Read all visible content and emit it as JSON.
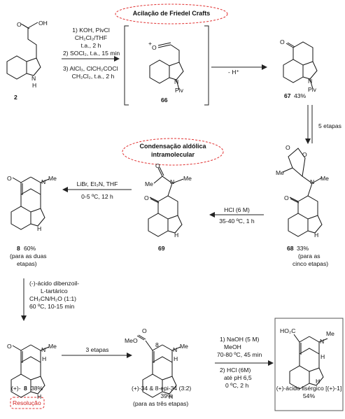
{
  "banners": {
    "friedel": "Acilação de Friedel Crafts",
    "aldol_line1": "Condensação aldólica",
    "aldol_line2": "intramolecular",
    "resolution": "Resolução"
  },
  "step1": {
    "c1": "1) KOH, PivCl",
    "c2": "CH₂Cl₂/THF",
    "c3": "t.a., 2 h",
    "c4": "2) SOCl₂, t.a., 15 min",
    "c5": "3) AlCl₃, ClCH₂COCl",
    "c6": "CH₂Cl₂, t.a., 2 h"
  },
  "step2": {
    "c1": "- H⁺"
  },
  "step3": {
    "c1": "5 etapas"
  },
  "step4": {
    "c1": "HCl (6 M)",
    "c2": "35-40 ºC, 1 h"
  },
  "step5": {
    "c1": "LiBr, Et₃N, THF",
    "c2": "0-5 ºC, 12 h"
  },
  "step6": {
    "c1": "(-)-ácido dibenzoil-",
    "c2": "L-tartárico",
    "c3": "CH₃CN/H₂O (1:1)",
    "c4": "60 ºC, 10-15 min"
  },
  "step7": {
    "c1": "3 etapas"
  },
  "step8": {
    "c1": "1) NaOH (5 M)",
    "c2": "MeOH",
    "c3": "70-80 ºC, 45 min",
    "c4": "2) HCl (6M)",
    "c5": "até pH 6,5",
    "c6": "0 ºC, 2 h"
  },
  "compounds": {
    "c2": {
      "num": "2"
    },
    "c66": {
      "num": "66"
    },
    "c67": {
      "num": "67",
      "yield": "43%"
    },
    "c68": {
      "num": "68",
      "yield": "33%",
      "note1": "(para as",
      "note2": "cinco etapas)"
    },
    "c69": {
      "num": "69"
    },
    "c8": {
      "num": "8",
      "yield": "60%",
      "note1": "(para as duas",
      "note2": "etapas)"
    },
    "c8p": {
      "prefix": "(+)-",
      "num": "8",
      "yield": "38%"
    },
    "c34": {
      "line1": "(+)-34 & 8-epi-34 (3:2)",
      "yield": "39%",
      "note": "(para as três etapas)"
    },
    "c1": {
      "name": "(+)-ácido lisérgico [(+)-1]",
      "yield": "54%"
    }
  },
  "atoms": {
    "OH": "OH",
    "O": "O",
    "H": "H",
    "N": "N",
    "Me": "Me",
    "Piv": "Piv",
    "plus": "+",
    "MeO": "MeO",
    "HO2C": "HO₂C",
    "eight": "8"
  }
}
